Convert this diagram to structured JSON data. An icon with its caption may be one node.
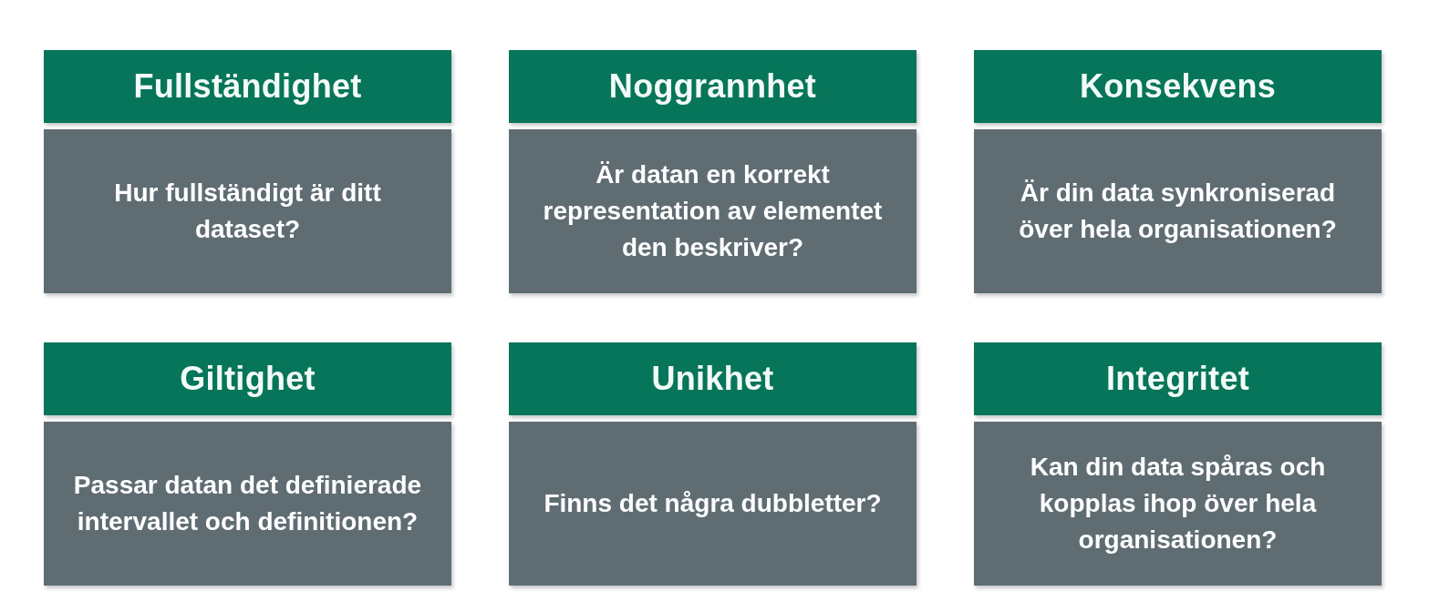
{
  "diagram": {
    "nodes": [
      {
        "text": [
          "Fullständighet"
        ]
      },
      {
        "text": [
          "Hur fullständigt är ditt dataset?"
        ]
      },
      {
        "text": [
          "Noggrannhet"
        ]
      },
      {
        "text": [
          "Är datan en korrekt representation av elementet den beskriver?"
        ]
      },
      {
        "text": [
          "Konsekvens"
        ]
      },
      {
        "text": [
          "Är din data synkroniserad över hela organisationen?"
        ]
      },
      {
        "text": [
          "Giltighet"
        ]
      },
      {
        "text": [
          "Passar datan det definierade intervallet och definitionen?"
        ]
      },
      {
        "text": [
          "Unikhet"
        ]
      },
      {
        "text": [
          "Finns det några dubbletter?"
        ]
      },
      {
        "text": [
          "Integritet"
        ]
      },
      {
        "text": [
          "Kan din data spåras och kopplas ihop över hela organisationen?"
        ]
      }
    ]
  }
}
